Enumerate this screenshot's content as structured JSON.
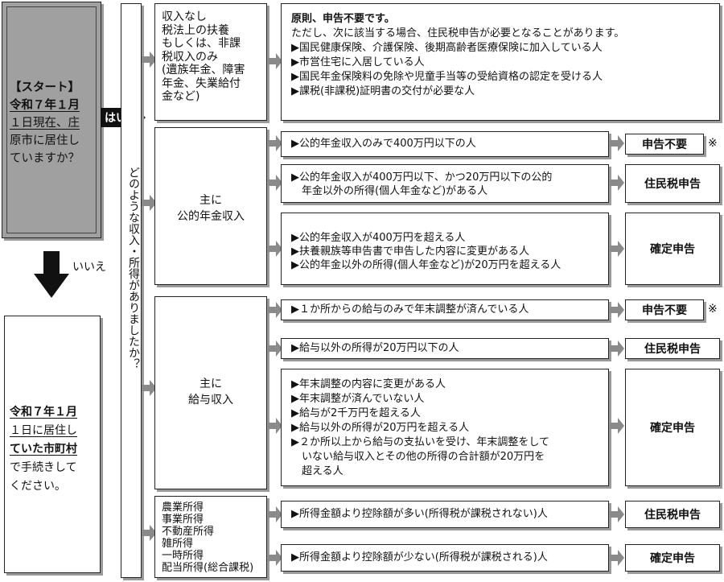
{
  "start": {
    "lines": [
      "【スタート】",
      "令和７年１月",
      "１日現在、庄",
      "原市に居住し",
      "ていますか？"
    ]
  },
  "answers": {
    "yes": "はい",
    "no": "いいえ"
  },
  "no_box": {
    "lines": [
      "令和７年１月",
      "１日に居住し",
      "ていた市町村",
      "で手続きして",
      "ください。"
    ]
  },
  "question": "どのような収入・所得がありましたか？",
  "categories": {
    "none": [
      "収入なし",
      "税法上の扶養",
      "もしくは、非課",
      "税収入のみ",
      "(遺族年金、障害",
      "年金、失業給付",
      "金など)"
    ],
    "pension": [
      "主に",
      "公的年金収入"
    ],
    "salary": [
      "主に",
      "給与収入"
    ],
    "other": [
      "農業所得",
      "事業所得",
      "不動産所得",
      "雑所得",
      "一時所得",
      "配当所得(総合課税)"
    ]
  },
  "none_detail": {
    "title": "原則、申告不要です。",
    "lines": [
      "ただし、次に該当する場合、住民税申告が必要となることがあります。",
      "▶国民健康保険、介護保険、後期高齢者医療保険に加入している人",
      "▶市営住宅に入居している人",
      "▶国民年金保険料の免除や児童手当等の受給資格の認定を受ける人",
      "▶課税(非課税)証明書の交付が必要な人"
    ]
  },
  "pension_rows": [
    {
      "lines": [
        "▶公的年金収入のみで400万円以下の人"
      ],
      "result": "申告不要",
      "note": "※"
    },
    {
      "lines": [
        "▶公的年金収入が400万円以下、かつ20万円以下の公的",
        "　年金以外の所得(個人年金など)がある人"
      ],
      "result": "住民税申告"
    },
    {
      "lines": [
        "▶公的年金収入が400万円を超える人",
        "▶扶養親族等申告書で申告した内容に変更がある人",
        "▶公的年金以外の所得(個人年金など)が20万円を超える人"
      ],
      "result": "確定申告"
    }
  ],
  "salary_rows": [
    {
      "lines": [
        "▶１か所からの給与のみで年末調整が済んでいる人"
      ],
      "result": "申告不要",
      "note": "※"
    },
    {
      "lines": [
        "▶給与以外の所得が20万円以下の人"
      ],
      "result": "住民税申告"
    },
    {
      "lines": [
        "▶年末調整の内容に変更がある人",
        "▶年末調整が済んでいない人",
        "▶給与が2千万円を超える人",
        "▶給与以外の所得が20万円を超える人",
        "▶２か所以上から給与の支払いを受け、年末調整をして",
        "　いない給与収入とその他の所得の合計額が20万円を",
        "　超える人"
      ],
      "result": "確定申告"
    }
  ],
  "other_rows": [
    {
      "lines": [
        "▶所得金額より控除額が多い(所得税が課税されない)人"
      ],
      "result": "住民税申告"
    },
    {
      "lines": [
        "▶所得金額より控除額が少ない(所得税が課税される)人"
      ],
      "result": "確定申告"
    }
  ],
  "colors": {
    "start_bg": "#a0a0a0",
    "arrow": "#8a8a8a",
    "border": "#222222"
  }
}
